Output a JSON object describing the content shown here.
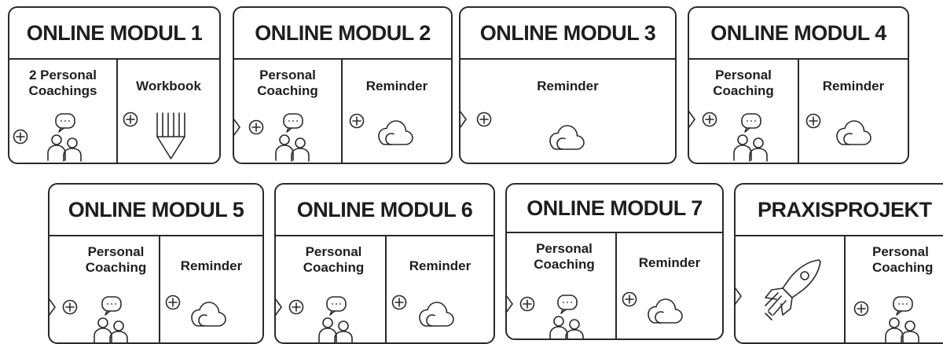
{
  "modules": [
    {
      "title": "ONLINE MODUL 1",
      "sections": [
        {
          "label": "2 Personal\nCoachings",
          "icon": "people-chat-icon"
        },
        {
          "label": "Workbook",
          "icon": "pencil-icon"
        }
      ]
    },
    {
      "title": "ONLINE MODUL 2",
      "sections": [
        {
          "label": "Personal\nCoaching",
          "icon": "people-chat-icon"
        },
        {
          "label": "Reminder",
          "icon": "cloud-icon"
        }
      ]
    },
    {
      "title": "ONLINE MODUL 3",
      "sections": [
        {
          "label": "Reminder",
          "icon": "cloud-icon"
        }
      ]
    },
    {
      "title": "ONLINE MODUL 4",
      "sections": [
        {
          "label": "Personal\nCoaching",
          "icon": "people-chat-icon"
        },
        {
          "label": "Reminder",
          "icon": "cloud-icon"
        }
      ]
    },
    {
      "title": "ONLINE MODUL 5",
      "sections": [
        {
          "label": "Personal\nCoaching",
          "icon": "people-chat-icon"
        },
        {
          "label": "Reminder",
          "icon": "cloud-icon"
        }
      ]
    },
    {
      "title": "ONLINE MODUL 6",
      "sections": [
        {
          "label": "Personal\nCoaching",
          "icon": "people-chat-icon"
        },
        {
          "label": "Reminder",
          "icon": "cloud-icon"
        }
      ]
    },
    {
      "title": "ONLINE MODUL 7",
      "sections": [
        {
          "label": "Personal\nCoaching",
          "icon": "people-chat-icon"
        },
        {
          "label": "Reminder",
          "icon": "cloud-icon"
        }
      ]
    },
    {
      "title": "PRAXISPROJEKT",
      "sections": [
        {
          "label": "",
          "icon": "rocket-icon"
        },
        {
          "label": "Personal\nCoaching",
          "icon": "people-chat-icon"
        }
      ]
    }
  ]
}
